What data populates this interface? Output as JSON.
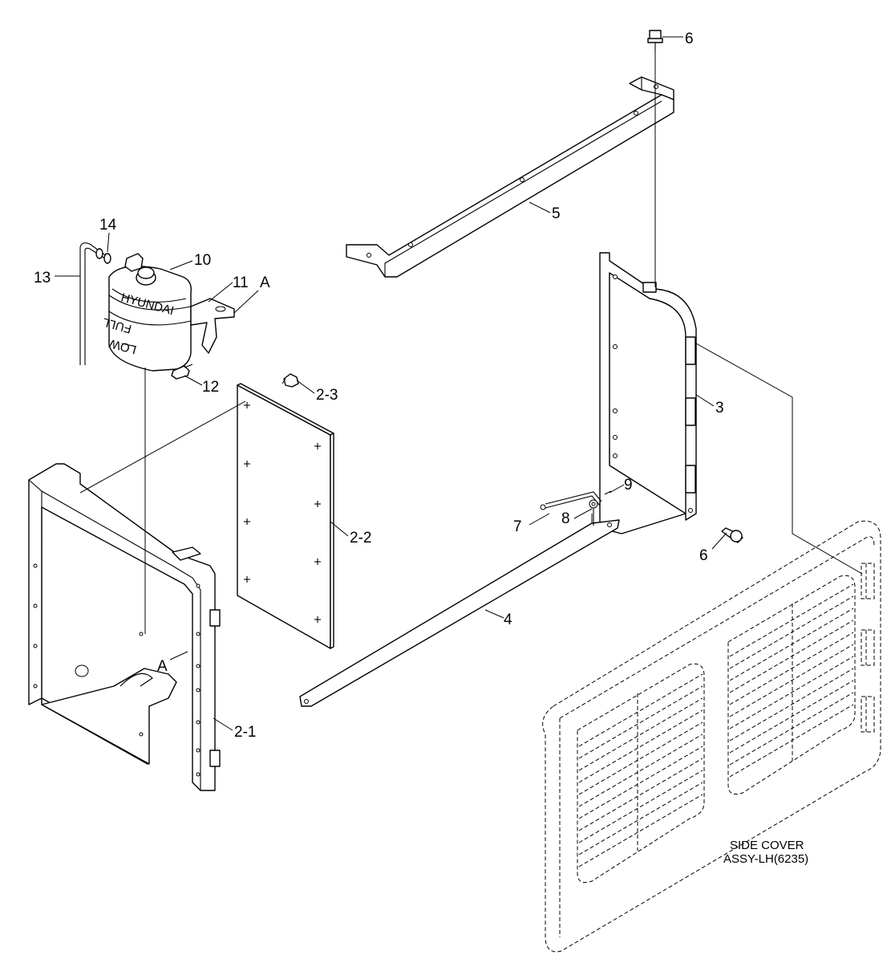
{
  "callouts": {
    "p2_1": "2-1",
    "p2_2": "2-2",
    "p2_3": "2-3",
    "p3": "3",
    "p4": "4",
    "p5": "5",
    "p6_top": "6",
    "p6_bottom": "6",
    "p7": "7",
    "p8": "8",
    "p9": "9",
    "p10": "10",
    "p11": "11",
    "p12": "12",
    "p13": "13",
    "p14": "14",
    "ref_a_top": "A",
    "ref_a_bottom": "A"
  },
  "tank_markings": {
    "brand": "HYUNDAI",
    "full": "FULL",
    "low": "LOW"
  },
  "side_cover_note": {
    "line1": "SIDE COVER",
    "line2": "ASSY-LH(6235)"
  }
}
